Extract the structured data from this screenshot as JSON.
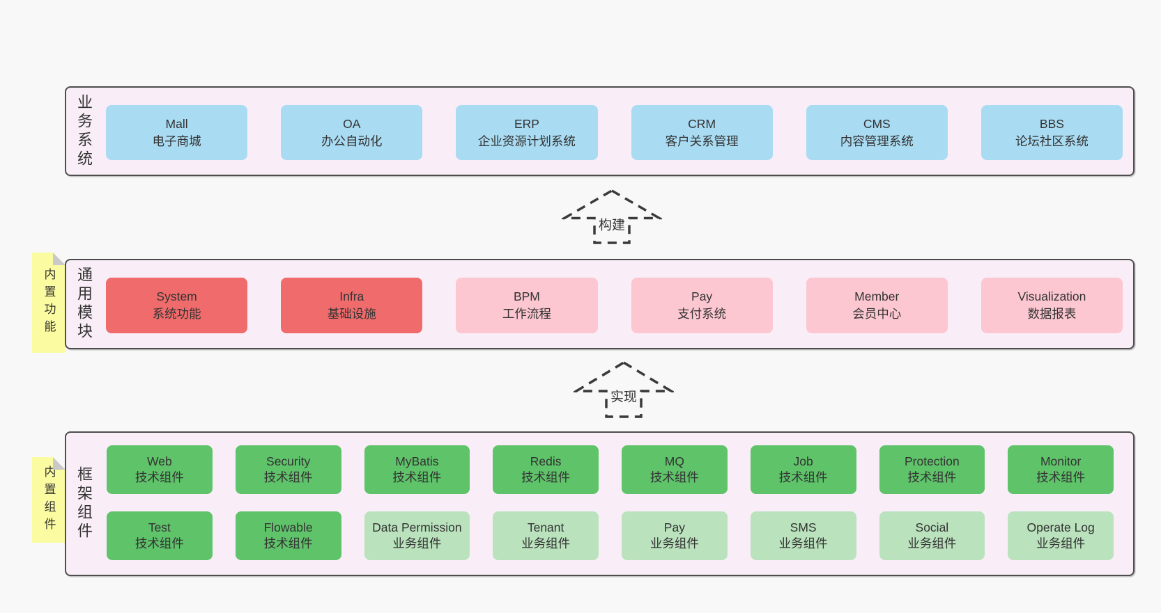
{
  "palette": {
    "page_bg": "#f8f8f8",
    "layer_bg": "#f9eef7",
    "layer_border": "#4d4d4d",
    "blue": "#a9dbf2",
    "red": "#f06b6b",
    "pink": "#fcc7d1",
    "green_dark": "#5fc36a",
    "green_light": "#bae3bd",
    "sticky_yellow": "#fbfba1",
    "fold_gray": "#c9c9c9",
    "arrow_dash": "#3a3a3a",
    "text": "#333333"
  },
  "arrows": [
    {
      "label": "构建"
    },
    {
      "label": "实现"
    }
  ],
  "layers": [
    {
      "label": "业务系统",
      "boxes": [
        {
          "name": "Mall",
          "desc": "电子商城"
        },
        {
          "name": "OA",
          "desc": "办公自动化"
        },
        {
          "name": "ERP",
          "desc": "企业资源计划系统"
        },
        {
          "name": "CRM",
          "desc": "客户关系管理"
        },
        {
          "name": "CMS",
          "desc": "内容管理系统"
        },
        {
          "name": "BBS",
          "desc": "论坛社区系统"
        }
      ]
    },
    {
      "label": "通用模块",
      "sticky": "内置功能",
      "boxes": [
        {
          "name": "System",
          "desc": "系统功能"
        },
        {
          "name": "Infra",
          "desc": "基础设施"
        },
        {
          "name": "BPM",
          "desc": "工作流程"
        },
        {
          "name": "Pay",
          "desc": "支付系统"
        },
        {
          "name": "Member",
          "desc": "会员中心"
        },
        {
          "name": "Visualization",
          "desc": "数据报表"
        }
      ]
    },
    {
      "label": "框架组件",
      "sticky": "内置组件",
      "row1": [
        {
          "name": "Web",
          "desc": "技术组件"
        },
        {
          "name": "Security",
          "desc": "技术组件"
        },
        {
          "name": "MyBatis",
          "desc": "技术组件"
        },
        {
          "name": "Redis",
          "desc": "技术组件"
        },
        {
          "name": "MQ",
          "desc": "技术组件"
        },
        {
          "name": "Job",
          "desc": "技术组件"
        },
        {
          "name": "Protection",
          "desc": "技术组件"
        },
        {
          "name": "Monitor",
          "desc": "技术组件"
        }
      ],
      "row2": [
        {
          "name": "Test",
          "desc": "技术组件"
        },
        {
          "name": "Flowable",
          "desc": "技术组件"
        },
        {
          "name": "Data Permission",
          "desc": "业务组件"
        },
        {
          "name": "Tenant",
          "desc": "业务组件"
        },
        {
          "name": "Pay",
          "desc": "业务组件"
        },
        {
          "name": "SMS",
          "desc": "业务组件"
        },
        {
          "name": "Social",
          "desc": "业务组件"
        },
        {
          "name": "Operate Log",
          "desc": "业务组件"
        }
      ]
    }
  ]
}
